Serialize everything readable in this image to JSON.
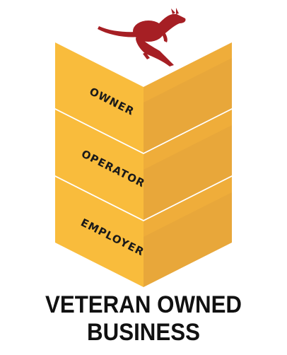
{
  "badge": {
    "ranks": [
      "OWNER",
      "OPERATOR",
      "EMPLOYER"
    ],
    "caption_line1": "VETERAN OWNED",
    "caption_line2": "BUSINESS"
  },
  "icons": {
    "mascot": "kangaroo-icon"
  },
  "colors": {
    "chevron_light": "#f9bc3c",
    "chevron_dark": "#e8a73a",
    "kangaroo": "#a61f24",
    "text": "#111111"
  }
}
